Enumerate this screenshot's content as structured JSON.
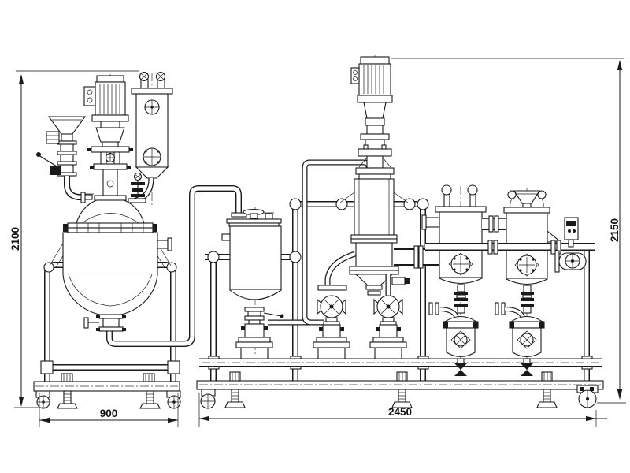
{
  "drawing": {
    "type": "engineering-assembly-diagram",
    "units": "mm",
    "colors": {
      "background": "#ffffff",
      "line": "#1a1a1a"
    },
    "dimension_labels": {
      "left_unit_height": "2100",
      "left_unit_width": "900",
      "right_unit_width": "2450",
      "right_unit_height": "2150"
    },
    "icons": [
      "agitator-motor-icon",
      "gear-reducer-icon",
      "mechanical-seal-icon",
      "feed-hopper-icon",
      "lever-valve-icon",
      "condenser-icon",
      "sight-glass-icon",
      "jacketed-reactor-icon",
      "bottom-valve-icon",
      "transfer-pipe-icon",
      "caster-wheel-icon",
      "leveling-foot-icon",
      "receiver-tank-icon",
      "feed-pump-icon",
      "evaporator-column-icon",
      "vapor-duct-icon",
      "filter-vessel-icon",
      "charging-funnel-icon",
      "control-box-icon",
      "receiver-pot-icon",
      "skid-frame-icon"
    ]
  }
}
